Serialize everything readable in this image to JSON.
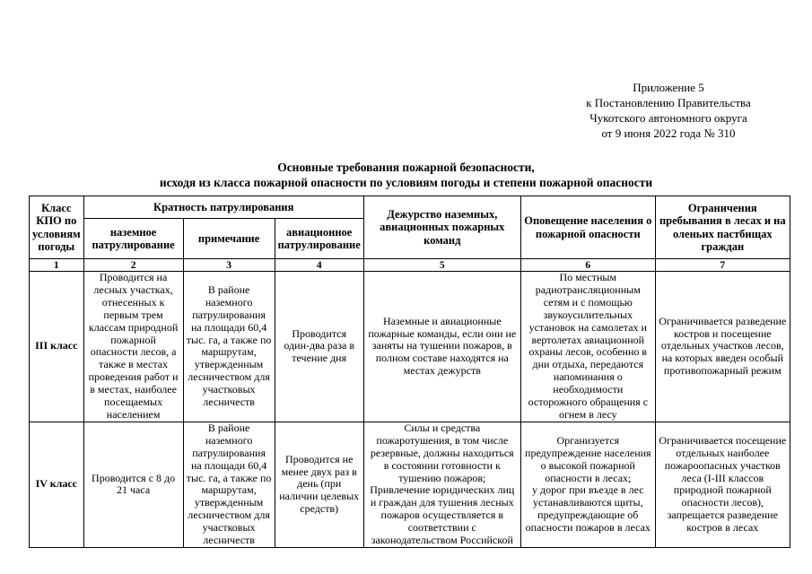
{
  "appendix": {
    "lines": [
      "Приложение 5",
      "к Постановлению Правительства",
      "Чукотского автономного округа",
      "от 9 июня 2022 года № 310"
    ]
  },
  "title": {
    "line1": "Основные требования пожарной безопасности,",
    "line2": "исходя из класса пожарной опасности по условиям погоды и степени пожарной опасности"
  },
  "table": {
    "header": {
      "class_kpo": "Класс КПО по условиям погоды",
      "patrol_frequency_group": "Кратность патрулирования",
      "ground_patrol": "наземное патрулирование",
      "note": "примечание",
      "air_patrol": "авиационное патрулирование",
      "duty_teams": "Дежурство наземных, авиационных пожарных команд",
      "public_notification": "Оповещение населения о пожарной опасности",
      "stay_restrictions": "Ограничения пребывания в лесах и на оленьих пастбищах граждан"
    },
    "numbers": [
      "1",
      "2",
      "3",
      "4",
      "5",
      "6",
      "7"
    ],
    "rows": [
      {
        "class_label": "III класс",
        "ground_patrol": "Проводится на лесных участках, отнесенных к первым трем классам природной пожарной опасности лесов, а также в местах проведения работ и в местах, наиболее посещаемых населением",
        "note": "В районе наземного патрулирования на площади 60,4 тыс. га, а также по маршрутам, утвержденным лесничеством для участковых лесничеств",
        "air_patrol": "Проводится один-два раза в течение дня",
        "duty_teams": "Наземные и авиационные пожарные команды, если они не заняты на тушении пожаров, в полном составе находятся на местах дежурств",
        "public_notification": "По местным радиотрансляционным сетям и с помощью звукоусилительных установок на самолетах и вертолетах авиационной охраны лесов, особенно в дни отдыха, передаются напоминания о необходимости осторожного обращения с огнем в лесу",
        "stay_restrictions": "Ограничивается разведение костров и посещение отдельных участков лесов, на которых введен особый противопожарный режим"
      },
      {
        "class_label": "IV класс",
        "ground_patrol": "Проводится с 8 до 21 часа",
        "note": "В районе наземного патрулирования на площади 60,4 тыс. га, а также по маршрутам, утвержденным лесничеством для участковых лесничеств",
        "air_patrol": "Проводится не менее двух раз в день (при наличии целевых средств)",
        "duty_teams": "Силы и средства пожаротушения, в том числе резервные, должны находиться в состоянии готовности к тушению пожаров;\nПривлечение юридических лиц и граждан для тушения лесных пожаров осуществляется в соответствии с законодательством Российской",
        "public_notification": "Организуется предупреждение населения о высокой пожарной опасности в лесах;\nу дорог при въезде в лес устанавливаются щиты, предупреждающие об опасности пожаров в лесах",
        "stay_restrictions": "Ограничивается посещение отдельных наиболее пожароопасных участков леса (I-III классов природной пожарной опасности лесов), запрещается разведение костров в лесах"
      }
    ]
  }
}
